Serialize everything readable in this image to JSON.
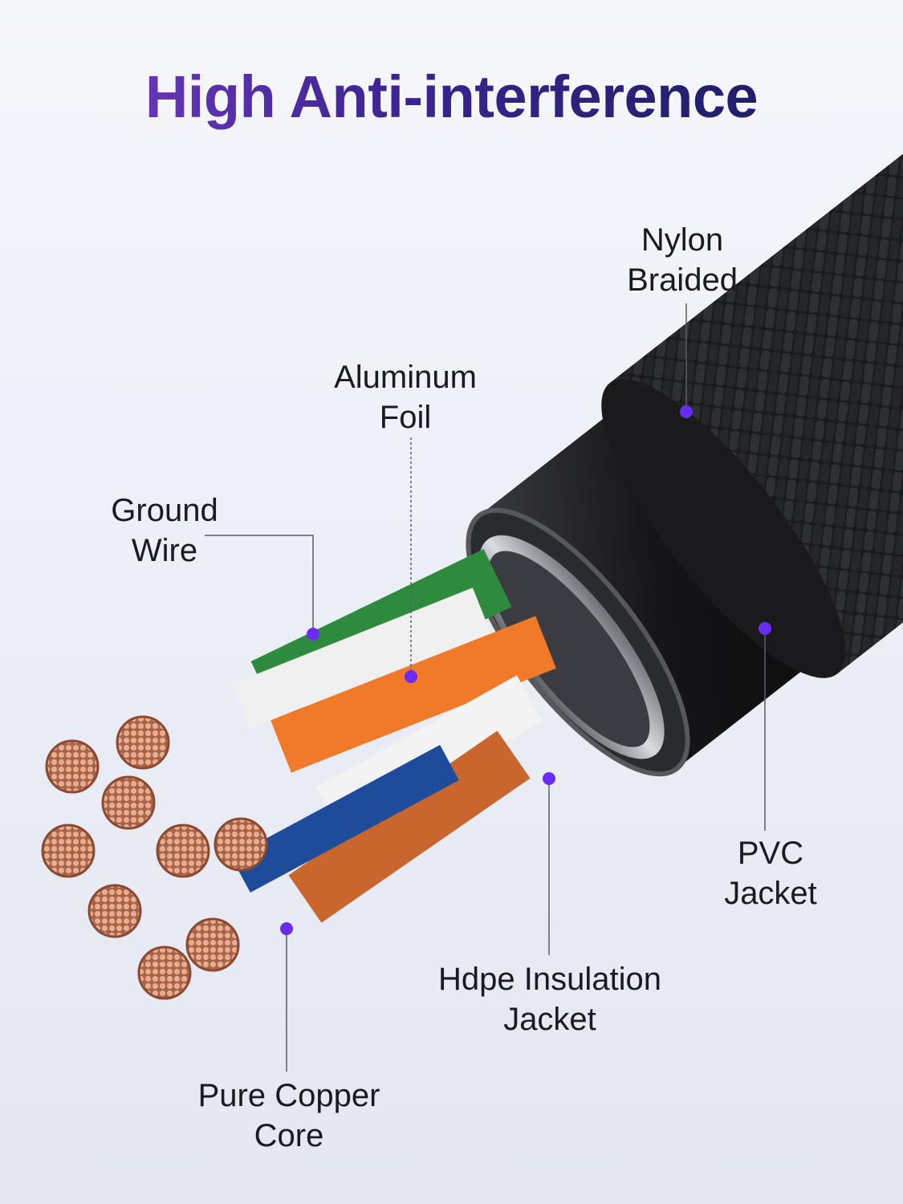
{
  "title": "High Anti-interference",
  "labels": {
    "nylon": [
      "Nylon",
      "Braided"
    ],
    "foil": [
      "Aluminum",
      "Foil"
    ],
    "ground": [
      "Ground",
      "Wire"
    ],
    "pvc": [
      "PVC",
      "Jacket"
    ],
    "hdpe": [
      "Hdpe Insulation",
      "Jacket"
    ],
    "copper": [
      "Pure Copper",
      "Core"
    ]
  },
  "colors": {
    "accent_dot": "#6a2cf5",
    "title_start": "#7a3fcb",
    "title_end": "#151c5a"
  }
}
